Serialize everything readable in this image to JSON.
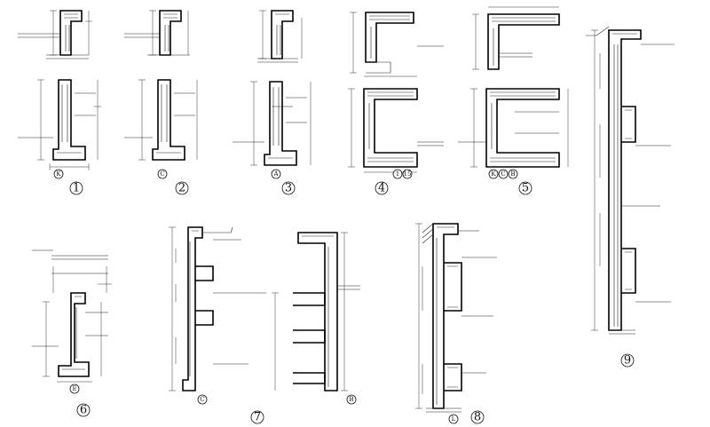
{
  "details": [
    {
      "number": "1",
      "axes": [
        "K"
      ]
    },
    {
      "number": "2",
      "axes": [
        "C"
      ]
    },
    {
      "number": "3",
      "axes": [
        "A"
      ]
    },
    {
      "number": "4",
      "axes": [
        "1",
        "15"
      ]
    },
    {
      "number": "5",
      "axes": [
        "K",
        "C",
        "B"
      ]
    },
    {
      "number": "6",
      "axes": [
        "E"
      ]
    },
    {
      "number": "7",
      "axes": [
        "C",
        "B"
      ]
    },
    {
      "number": "8",
      "axes": [
        "L"
      ]
    },
    {
      "number": "9",
      "axes": []
    }
  ]
}
